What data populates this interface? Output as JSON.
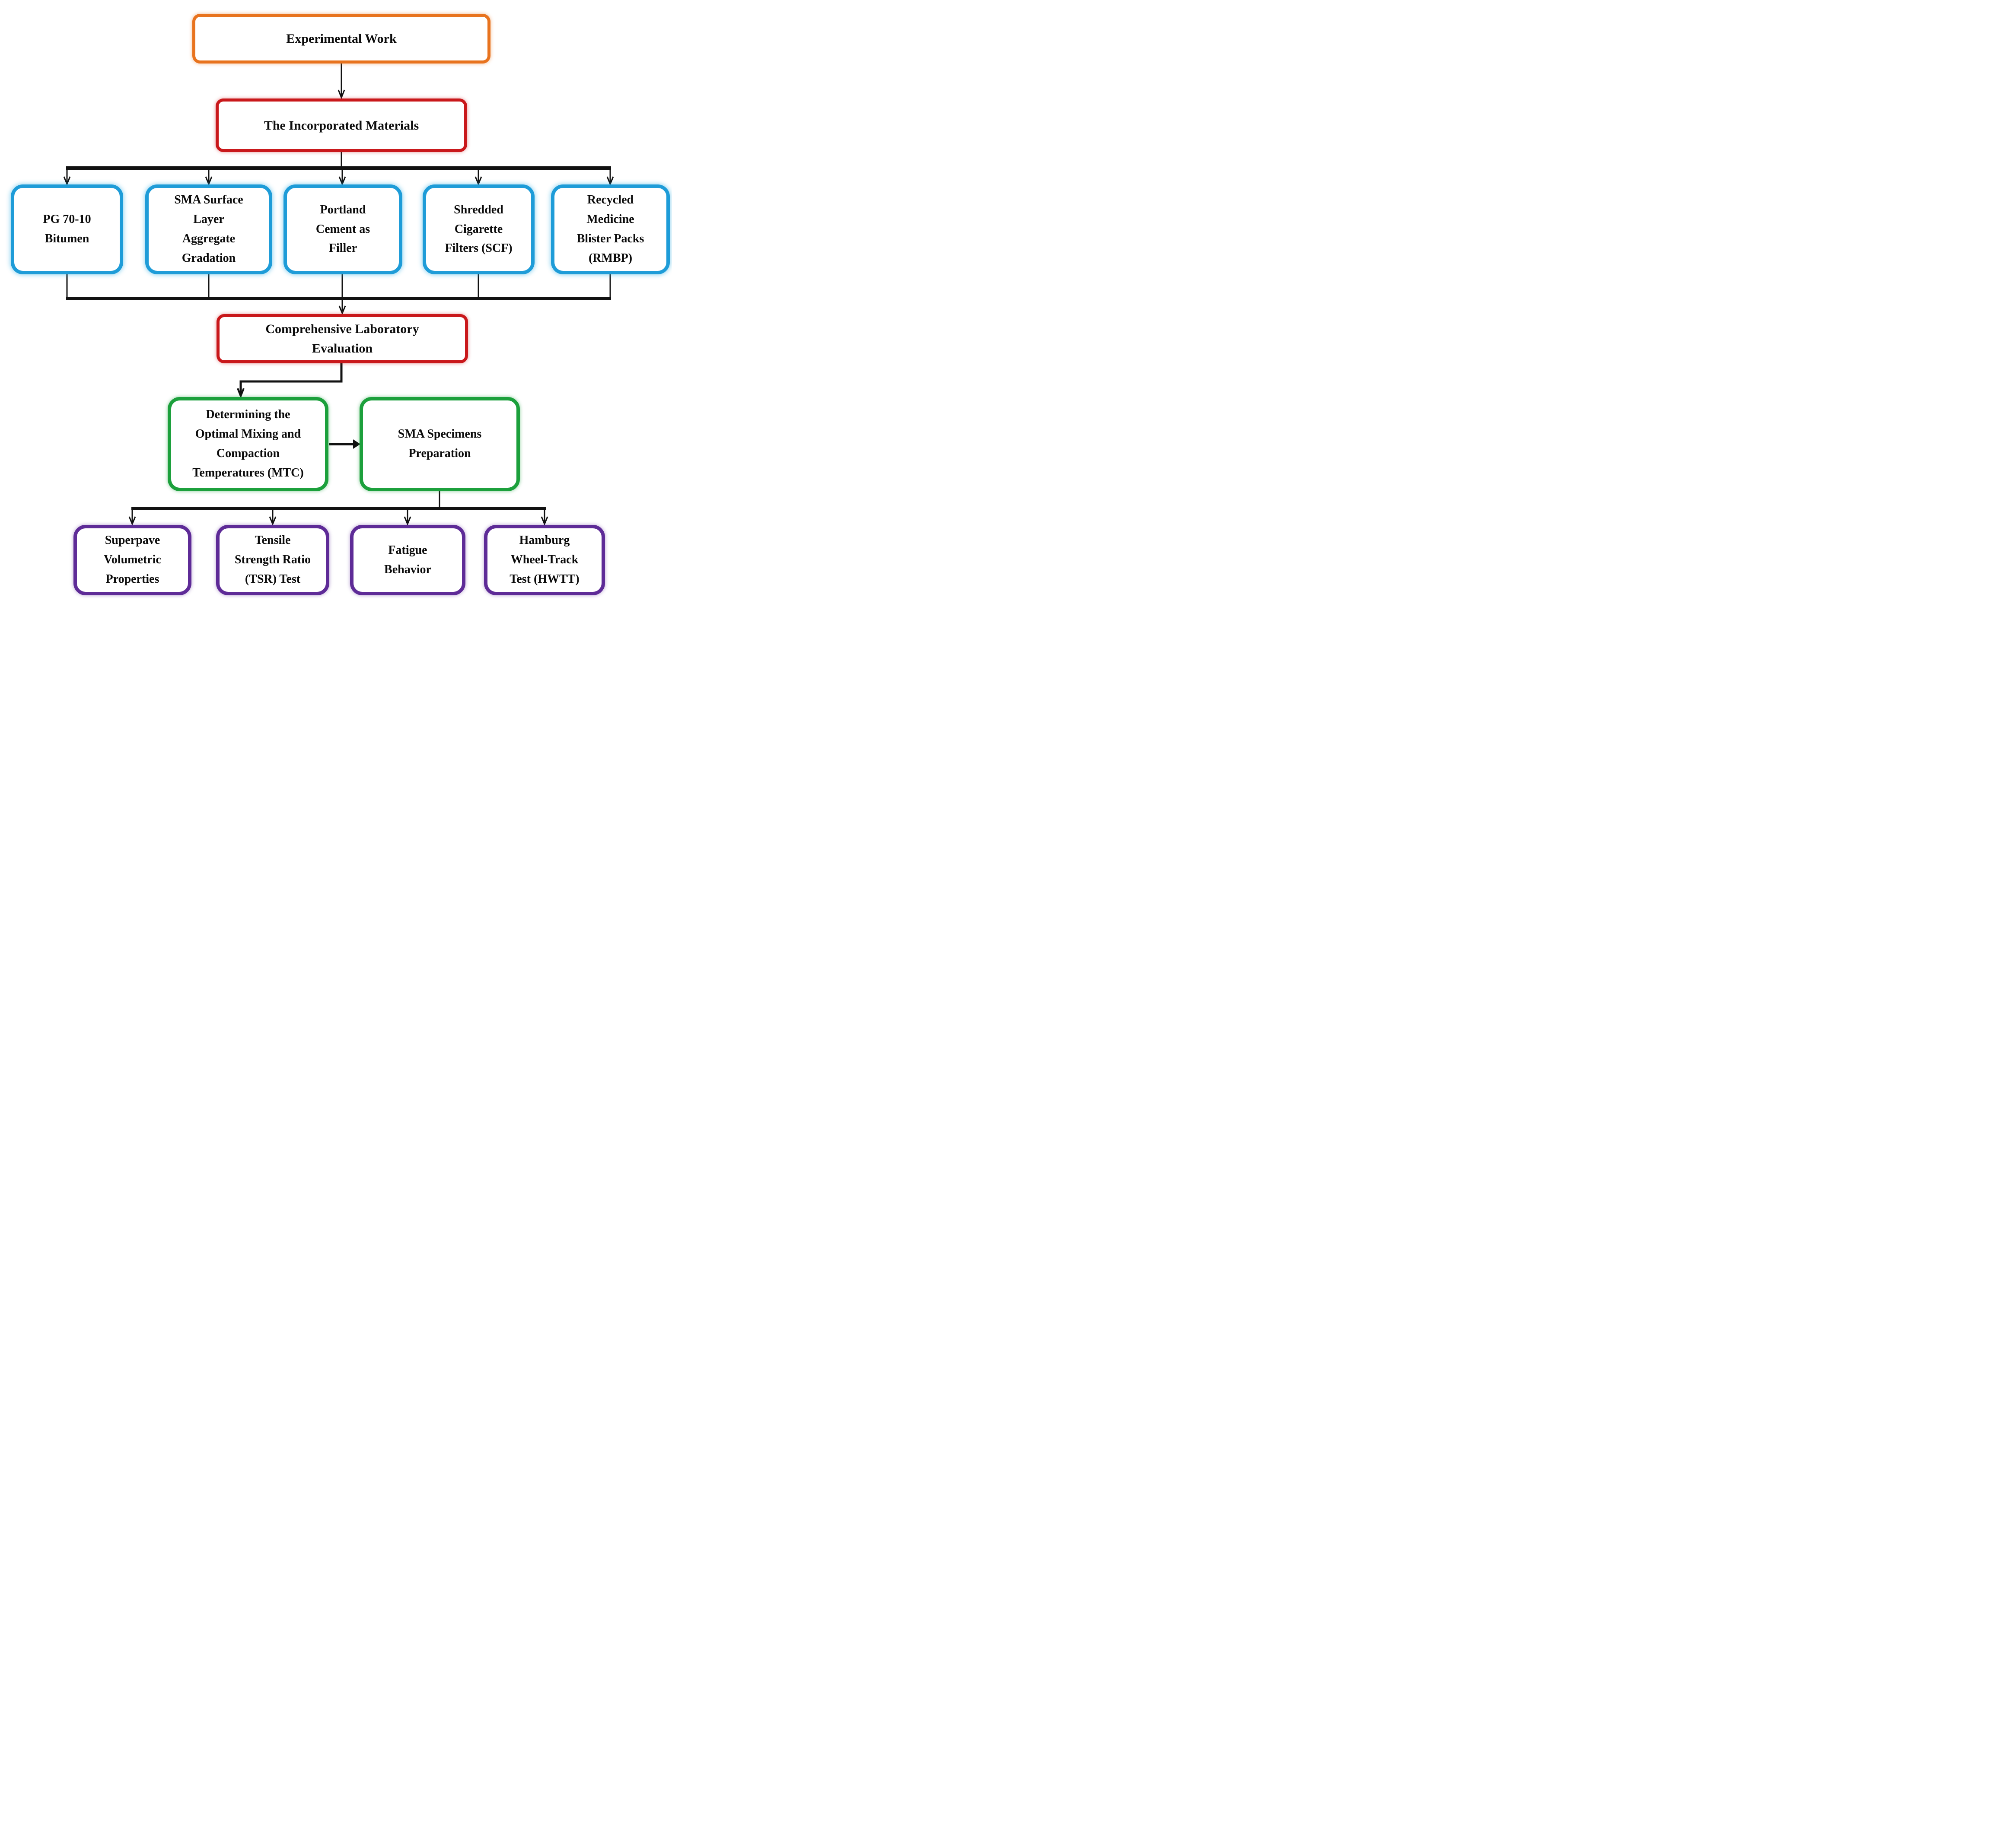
{
  "flowchart": {
    "nodes": {
      "experimental_work": {
        "label": "Experimental Work"
      },
      "incorporated_materials": {
        "label": "The Incorporated Materials"
      },
      "pg_bitumen": {
        "label": "PG 70-10\nBitumen"
      },
      "sma_gradation": {
        "label": "SMA Surface\nLayer\nAggregate\nGradation"
      },
      "portland_cement": {
        "label": "Portland\nCement as\nFiller"
      },
      "shredded_filters": {
        "label": "Shredded\nCigarette\nFilters (SCF)"
      },
      "recycled_packs": {
        "label": "Recycled\nMedicine\nBlister Packs\n(RMBP)"
      },
      "lab_evaluation": {
        "label": "Comprehensive Laboratory\nEvaluation"
      },
      "optimal_mtc": {
        "label": "Determining the\nOptimal Mixing and\nCompaction\nTemperatures (MTC)"
      },
      "sma_preparation": {
        "label": "SMA Specimens\nPreparation"
      },
      "superpave": {
        "label": "Superpave\nVolumetric\nProperties"
      },
      "tsr_test": {
        "label": "Tensile\nStrength Ratio\n(TSR) Test"
      },
      "fatigue": {
        "label": "Fatigue\nBehavior"
      },
      "hwtt": {
        "label": "Hamburg\nWheel-Track\nTest (HWTT)"
      }
    },
    "colors": {
      "experimental_border": "#E8731E",
      "materials_border": "#C9181B",
      "material_item_border": "#1E9CD8",
      "evaluation_border": "#C9181B",
      "process_border": "#1CA03C",
      "test_border": "#5E2B97",
      "connector": "#111111",
      "text": "#0B0B0B",
      "background": "#FFFFFF"
    }
  }
}
